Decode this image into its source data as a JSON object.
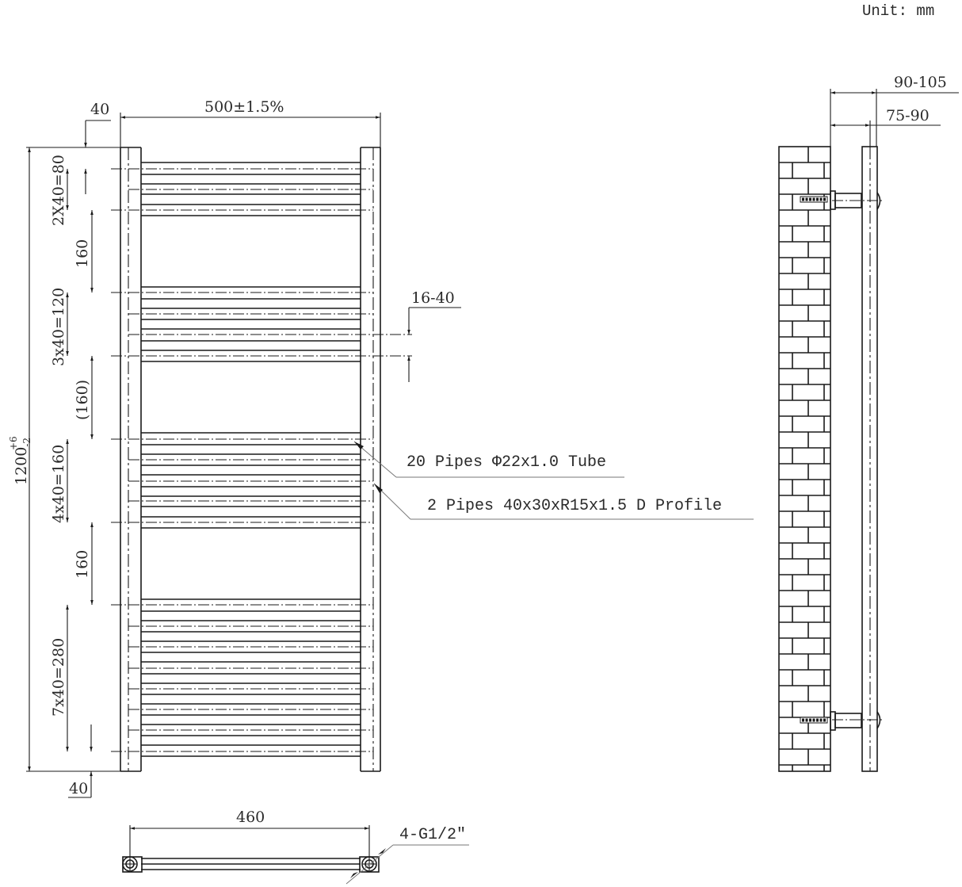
{
  "unit_label": "Unit: mm",
  "front_view": {
    "overall_width": "500±1.5%",
    "overall_height": "1200",
    "height_tol_plus": "+6",
    "height_tol_minus": "-2",
    "top_offset": "40",
    "bottom_offset": "40",
    "groups": [
      {
        "label": "2X40=80",
        "pipes": 3
      },
      {
        "label": "160"
      },
      {
        "label": "3x40=120",
        "pipes": 4
      },
      {
        "label": "(160)"
      },
      {
        "label": "4x40=160",
        "pipes": 5
      },
      {
        "label": "160"
      },
      {
        "label": "7x40=280",
        "pipes": 8
      }
    ],
    "wall_gap": "16-40",
    "callouts": [
      {
        "label": "20 Pipes Φ22x1.0 Tube"
      },
      {
        "label": "2 Pipes 40x30xR15x1.5 D Profile"
      }
    ]
  },
  "bottom_view": {
    "centres": "460",
    "connections": "4-G1/2\""
  },
  "side_view": {
    "projection_outer": "90-105",
    "projection_inner": "75-90"
  }
}
